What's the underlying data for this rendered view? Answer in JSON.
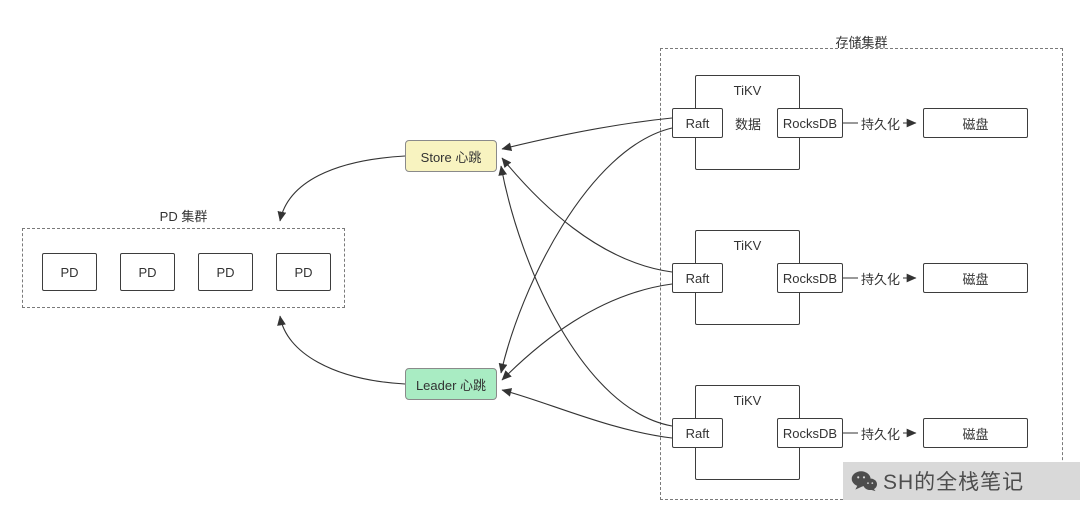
{
  "storage": {
    "title": "存储集群",
    "nodes": [
      {
        "tikv_label": "TiKV",
        "raft_label": "Raft",
        "rocksdb_label": "RocksDB",
        "disk_label": "磁盘",
        "raft_to_rocksdb_label": "数据",
        "rocksdb_to_disk_label": "持久化"
      },
      {
        "tikv_label": "TiKV",
        "raft_label": "Raft",
        "rocksdb_label": "RocksDB",
        "disk_label": "磁盘",
        "rocksdb_to_disk_label": "持久化"
      },
      {
        "tikv_label": "TiKV",
        "raft_label": "Raft",
        "rocksdb_label": "RocksDB",
        "disk_label": "磁盘",
        "rocksdb_to_disk_label": "持久化"
      }
    ]
  },
  "pd": {
    "title": "PD 集群",
    "nodes": [
      "PD",
      "PD",
      "PD",
      "PD"
    ]
  },
  "heartbeats": {
    "store": {
      "label": "Store 心跳",
      "bg": "#f8f3c0"
    },
    "leader": {
      "label": "Leader 心跳",
      "bg": "#a9ecc3"
    }
  },
  "watermark": {
    "label": "SH的全栈笔记"
  },
  "colors": {
    "line": "#333333"
  }
}
